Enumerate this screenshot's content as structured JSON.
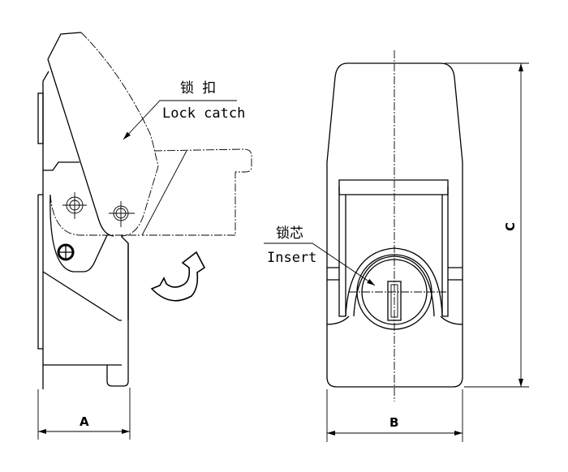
{
  "labels": {
    "lock_catch_cn": "锁 扣",
    "lock_catch_en": "Lock catch",
    "insert_cn": "锁芯",
    "insert_en": "Insert"
  },
  "dimensions": {
    "a": "A",
    "b": "B",
    "c": "C"
  },
  "icons": {
    "rotation": "curved-arrow-icon"
  }
}
